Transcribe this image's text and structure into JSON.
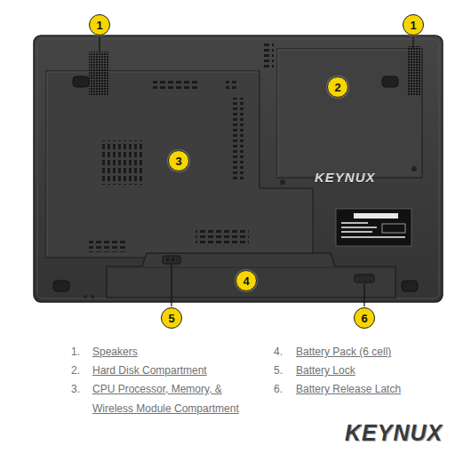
{
  "diagram": {
    "nodes": [
      {
        "text": [
          "1"
        ]
      },
      {
        "text": [
          "1"
        ]
      },
      {
        "text": [
          "2"
        ]
      },
      {
        "text": [
          "3"
        ]
      },
      {
        "text": [
          "4"
        ]
      },
      {
        "text": [
          "5"
        ]
      },
      {
        "text": [
          "6"
        ]
      }
    ],
    "labels": [
      "1.",
      "Speakers",
      "2.",
      "Hard Disk Compartment",
      "3.",
      "CPU Processor, Memory, & Wireless Module Compartment",
      "4.",
      "Battery Pack (6 cell)",
      "5.",
      "Battery Lock",
      "6.",
      "Battery Release Latch",
      "KEYNUX",
      "KEYNUX"
    ]
  }
}
